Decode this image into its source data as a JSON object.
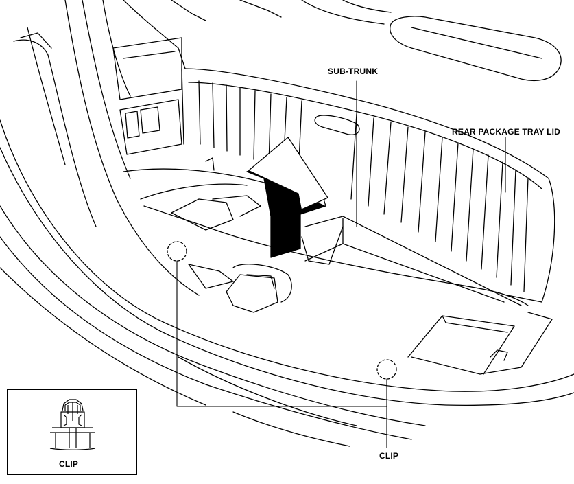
{
  "labels": {
    "sub_trunk": "SUB-TRUNK",
    "rear_package_tray_lid": "REAR PACKAGE TRAY LID",
    "clip": "CLIP",
    "inset_clip": "CLIP"
  },
  "colors": {
    "line": "#000000",
    "background": "#ffffff",
    "arrow_fill": "#000000"
  }
}
